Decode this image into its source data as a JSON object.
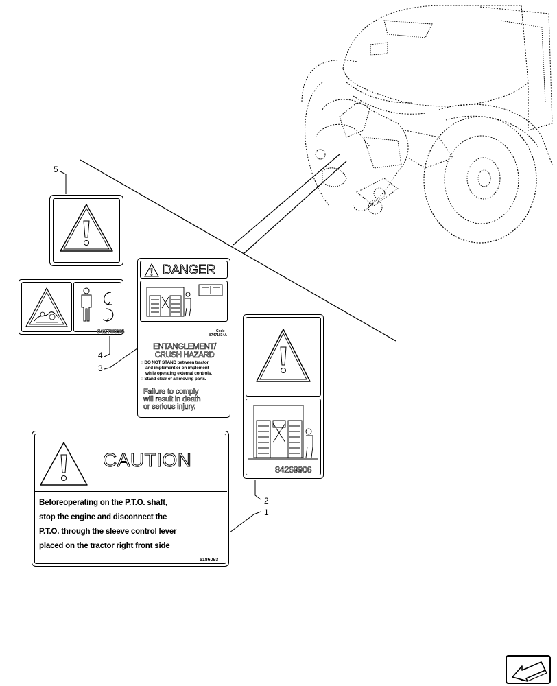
{
  "callouts": {
    "c1": "1",
    "c2": "2",
    "c3": "3",
    "c4": "4",
    "c5": "5"
  },
  "label4": {
    "code": "84270694"
  },
  "label3": {
    "header": "DANGER",
    "code_small_1": "Code",
    "code_small_2": "87471834A",
    "title_1": "ENTANGLEMENT/",
    "title_2": "CRUSH HAZARD",
    "bullet_1a": "DO NOT STAND between tractor",
    "bullet_1b": "and implement or on implement",
    "bullet_1c": "while operating external controls.",
    "bullet_2": "Stand clear of all moving parts.",
    "failure_1": "Failure to comply",
    "failure_2": "will result in death",
    "failure_3": "or serious injury."
  },
  "label2": {
    "code": "84269906"
  },
  "label1": {
    "heading": "CAUTION",
    "line_1": "Beforeoperating on the P.T.O. shaft,",
    "line_2": "stop the engine and disconnect the",
    "line_3": "P.T.O. through the sleeve control lever",
    "line_4": "placed on the tractor right front side",
    "code": "5186093"
  },
  "icons": {
    "warning": "warning-triangle-icon",
    "manual": "operator-manual-icon",
    "person": "person-icon",
    "rotation": "rotation-arrows-icon",
    "entanglement": "entanglement-hazard-icon",
    "nav": "previous-page-arrow-icon"
  }
}
